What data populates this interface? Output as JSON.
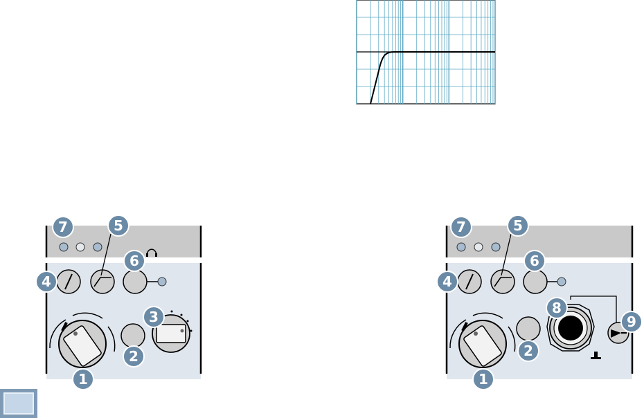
{
  "colors": {
    "panel_light": "#e0e6ee",
    "panel_gray": "#c9c9c9",
    "badge": "#6a8aa6",
    "badge_edge": "#ffffff",
    "grid": "#5aa7c2",
    "curve": "#000000",
    "page_badge": "#a9c2dc"
  },
  "frequency_chart": {
    "type": "line",
    "title": "",
    "xlabel": "",
    "ylabel": "",
    "description_curve": "high-pass filter response",
    "x_scale": "log",
    "grid": true
  },
  "panels": [
    {
      "id": "left",
      "callouts": [
        "7",
        "5",
        "6",
        "4",
        "3",
        "2",
        "1"
      ],
      "icons": [
        "led-indicator",
        "gain-knob",
        "low-cut-switch",
        "mute-button",
        "phones-icon",
        "phantom-switch",
        "rotary-selector"
      ]
    },
    {
      "id": "right",
      "callouts": [
        "7",
        "5",
        "6",
        "4",
        "8",
        "9",
        "2",
        "1"
      ],
      "icons": [
        "led-indicator",
        "gain-knob",
        "low-cut-switch",
        "mute-button",
        "jack-input",
        "ground-lift",
        "rotary-selector"
      ]
    }
  ],
  "badges": {
    "b1": "1",
    "b2": "2",
    "b3": "3",
    "b4": "4",
    "b5": "5",
    "b6": "6",
    "b7": "7",
    "b8": "8",
    "b9": "9"
  }
}
